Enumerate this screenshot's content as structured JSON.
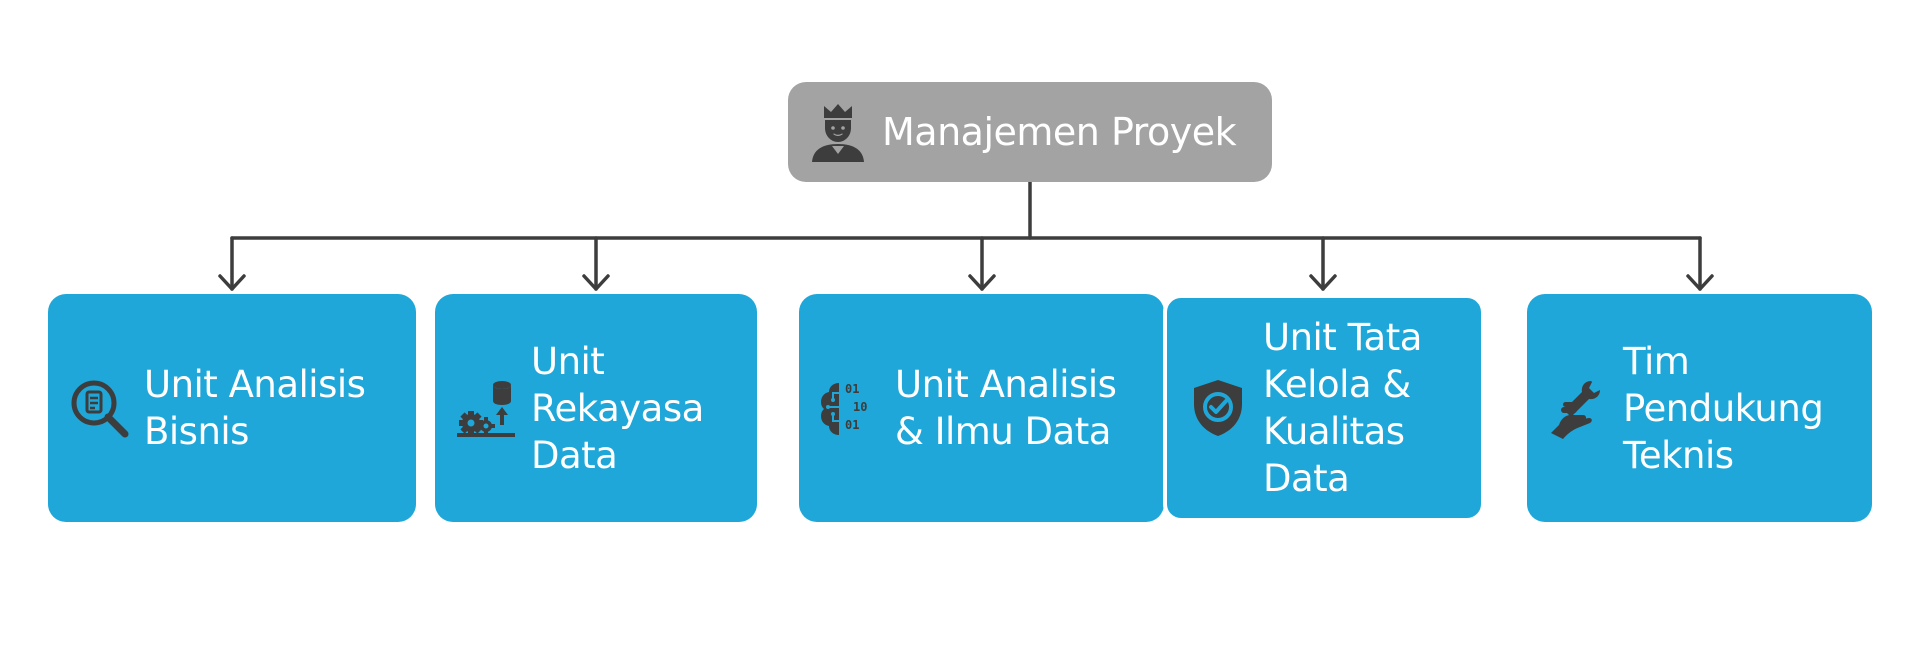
{
  "root": {
    "label": "Manajemen Proyek",
    "icon": "king-person-icon"
  },
  "units": [
    {
      "label": "Unit Analisis Bisnis",
      "icon": "magnifier-document-icon"
    },
    {
      "label": "Unit Rekayasa Data",
      "icon": "database-gears-icon"
    },
    {
      "label": "Unit Analisis & Ilmu Data",
      "icon": "brain-binary-icon"
    },
    {
      "label": "Unit Tata Kelola & Kualitas Data",
      "icon": "shield-check-icon"
    },
    {
      "label": "Tim Pendukung Teknis",
      "icon": "hand-wrench-icon"
    }
  ],
  "colors": {
    "root_fill": "#a3a3a3",
    "unit_fill": "#1ea7d8",
    "connector": "#3d3d3d",
    "text": "#ffffff"
  }
}
